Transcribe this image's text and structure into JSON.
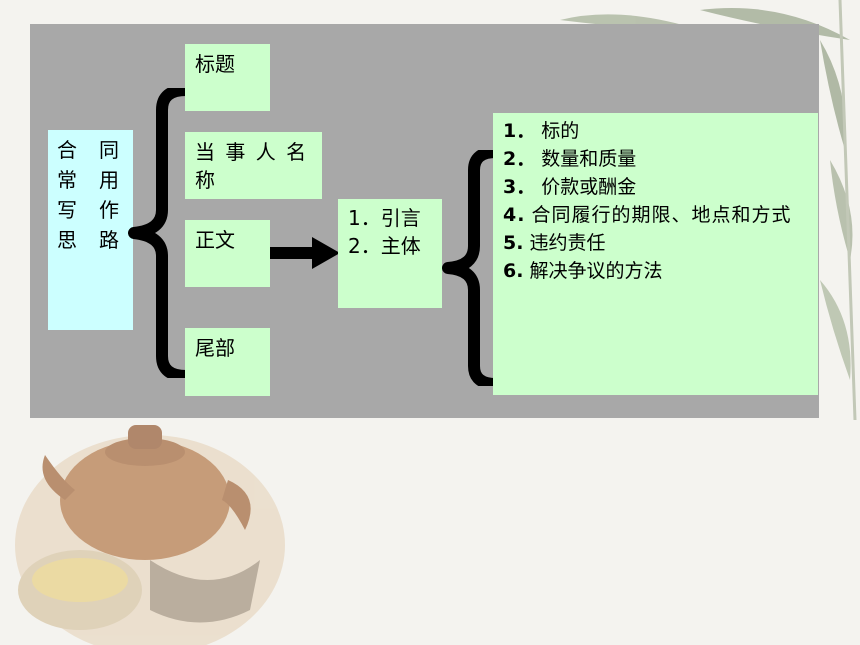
{
  "diagram": {
    "root": {
      "label_chars": [
        "合",
        "同",
        "常",
        "用",
        "写",
        "作",
        "思",
        "路"
      ]
    },
    "sections": [
      {
        "label": "标题"
      },
      {
        "label": "当 事 人 名 称"
      },
      {
        "label": "正文"
      },
      {
        "label": "尾部"
      }
    ],
    "body_parts": [
      {
        "num": "1．",
        "text": "引言"
      },
      {
        "num": "2．",
        "text": "主体"
      }
    ],
    "main_items": [
      {
        "num": "1．",
        "text": "标的"
      },
      {
        "num": "2．",
        "text": "数量和质量"
      },
      {
        "num": "3．",
        "text": "价款或酬金"
      },
      {
        "num": "4.",
        "text": "合同履行的期限、地点和方式"
      },
      {
        "num": "5.",
        "text": "违约责任"
      },
      {
        "num": "6.",
        "text": "解决争议的方法"
      }
    ]
  },
  "colors": {
    "panel": "#a8a8a8",
    "box_green": "#ccffcc",
    "box_cyan": "#ccffff",
    "brace": "#000000",
    "page_bg": "#f4f3ef"
  }
}
